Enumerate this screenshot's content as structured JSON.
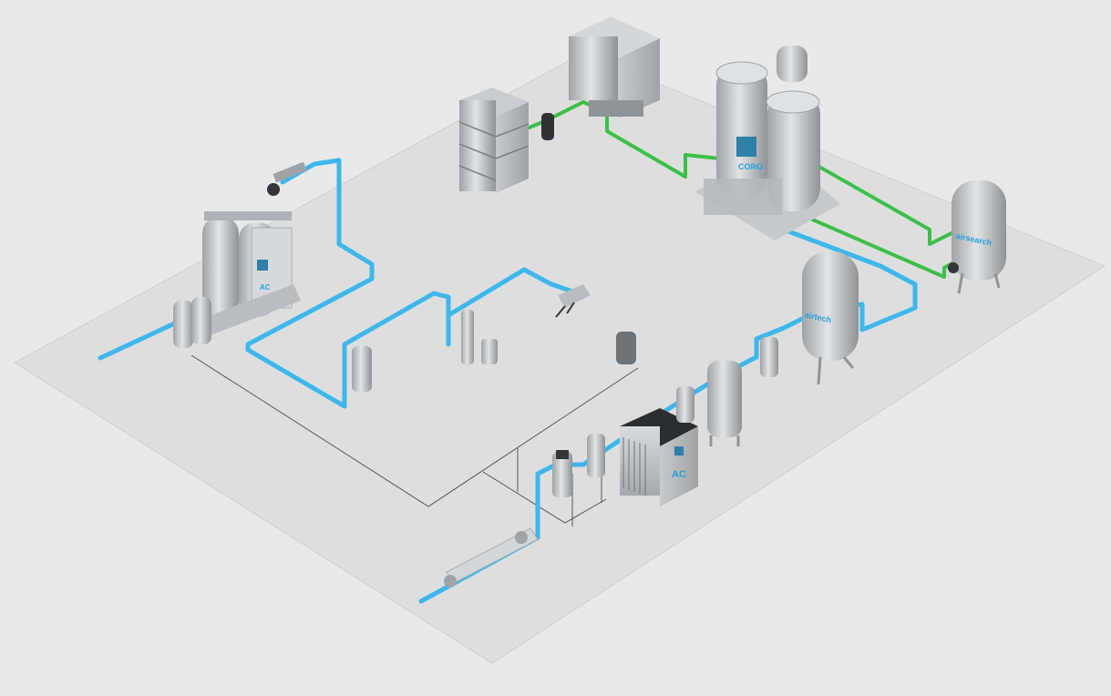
{
  "colors": {
    "background": "#e9e9e9",
    "floor": "#dedede",
    "floor_edge": "#cfcfcf",
    "compressed_air_pipe": "#3fb6ec",
    "nitrogen_pipe": "#3cbf4a",
    "drain_line": "#555555",
    "equipment_metal": "#bfc3c6",
    "equipment_dark": "#33363a",
    "brand_accent": "#2a9fd8"
  },
  "labels": {
    "generator_brand": "CORO",
    "receiver_left_brand": "airtech",
    "receiver_right_brand": "airsearch",
    "dryer_logo": "AC",
    "desiccant_dryer_logo": "AC"
  },
  "icons": {
    "equipment": "isometric-equipment-icon",
    "valve": "valve-icon"
  }
}
